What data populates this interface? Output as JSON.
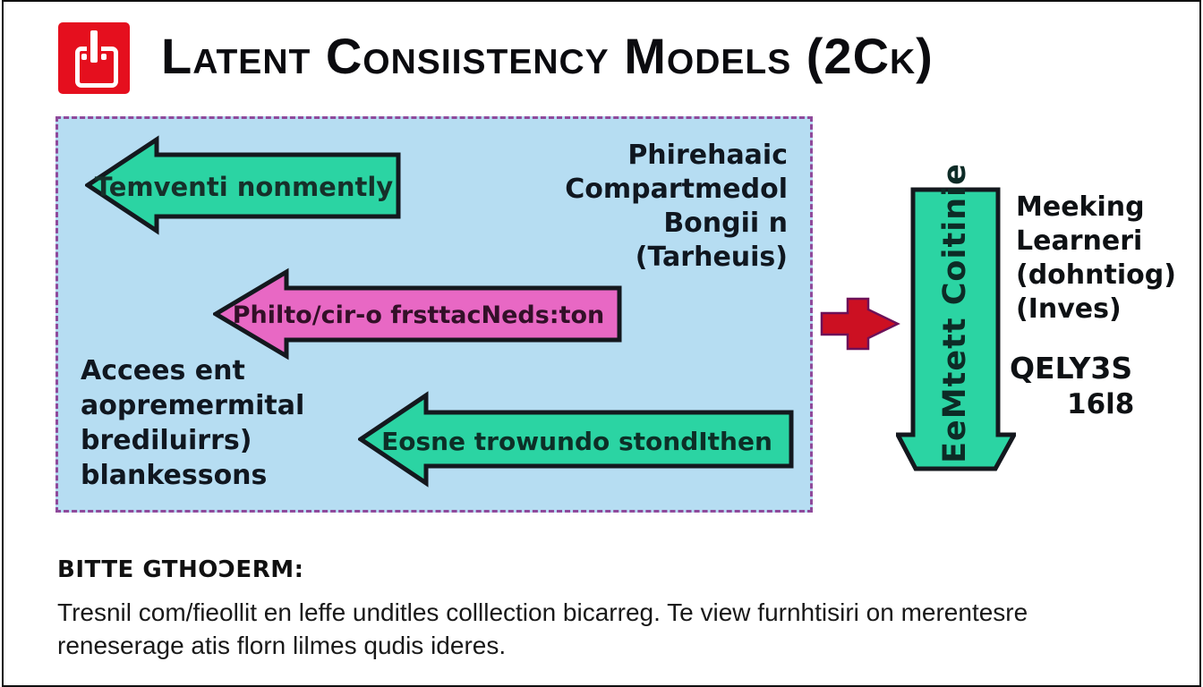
{
  "header": {
    "icon": "clipboard-power-icon",
    "title": "Latent Consiistency Models (2Ck)"
  },
  "diagram": {
    "panel": {
      "arrow1_label": "Temventi nonmently",
      "arrow2_label": "Philto/cir-o frsttacNeds:ton",
      "arrow3_label": "Eosne trowundo stondIthen",
      "right_text": [
        "Phirehaaic",
        "Compartmedol",
        "Bongii n",
        "(Tarheuis)"
      ],
      "left_text": [
        "Accees ent",
        "aopremermital",
        "brediluirrs)",
        "blankessons"
      ]
    },
    "connector": {
      "icon": "red-right-arrow"
    },
    "down_arrow_label": "EeMtett Coitinie",
    "output": {
      "lines": [
        "Meeking",
        "Learneri",
        "(dohntiog)",
        "(Inves)"
      ],
      "code": "QELY3S",
      "number": "16l8"
    }
  },
  "footer": {
    "heading": "BITTE GTHOƆERM:",
    "line1": "Tresnil com/fieollit en leffe unditles colllection bicarreg. Te view furnhtisiri on merentesre",
    "line2": "reneserage atis florn lilmes qudis ideres."
  },
  "colors": {
    "teal": "#2bd4a3",
    "pink": "#e868c4",
    "panel_blue": "#b6ddf2",
    "dashed_border": "#8f4a9b",
    "red_icon": "#e50f1e",
    "red_arrow": "#cc1022",
    "outline": "#14181e"
  }
}
